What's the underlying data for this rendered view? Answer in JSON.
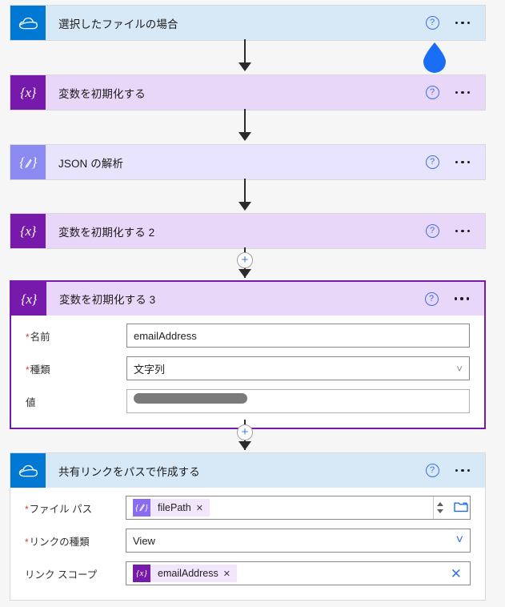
{
  "flow": {
    "nodes": [
      {
        "id": "trigger-selected-file",
        "title": "選択したファイルの場合",
        "icon": "onedrive-icon",
        "theme": "onedrive",
        "help_label": "?",
        "more_label": "..."
      },
      {
        "id": "init-variable-1",
        "title": "変数を初期化する",
        "icon": "variable-braces-x-icon",
        "theme": "variable",
        "help_label": "?",
        "more_label": "..."
      },
      {
        "id": "parse-json",
        "title": "JSON の解析",
        "icon": "parse-json-icon",
        "theme": "json",
        "help_label": "?",
        "more_label": "..."
      },
      {
        "id": "init-variable-2",
        "title": "変数を初期化する 2",
        "icon": "variable-braces-x-icon",
        "theme": "variable",
        "help_label": "?",
        "more_label": "..."
      },
      {
        "id": "init-variable-3",
        "title": "変数を初期化する 3",
        "icon": "variable-braces-x-icon",
        "theme": "variable",
        "selected": true,
        "help_label": "?",
        "more_label": "...",
        "fields": [
          {
            "label": "名前",
            "required": true,
            "type": "text",
            "value": "emailAddress"
          },
          {
            "label": "種類",
            "required": true,
            "type": "dropdown",
            "value": "文字列"
          },
          {
            "label": "値",
            "required": false,
            "type": "redacted",
            "value": ""
          }
        ]
      },
      {
        "id": "create-share-link-by-path",
        "title": "共有リンクをパスで作成する",
        "icon": "onedrive-icon",
        "theme": "onedrive",
        "help_label": "?",
        "more_label": "...",
        "fields": [
          {
            "label": "ファイル パス",
            "required": true,
            "type": "token-with-picker",
            "token": {
              "text": "filePath",
              "icon": "parse-json-token-icon",
              "remove_label": "✕"
            }
          },
          {
            "label": "リンクの種類",
            "required": true,
            "type": "dropdown",
            "value": "View"
          },
          {
            "label": "リンク スコープ",
            "required": false,
            "type": "token-with-clear",
            "token": {
              "text": "emailAddress",
              "icon": "variable-token-icon",
              "remove_label": "✕"
            }
          }
        ]
      }
    ],
    "add_step_label": "+",
    "colors": {
      "onedrive_blue": "#0078d4",
      "onedrive_header": "#d7e9f7",
      "variable_purple": "#7719aa",
      "variable_header": "#e9d7fa",
      "json_violet": "#8a8af0",
      "json_header": "#e8e4fd",
      "selection_border": "#7719aa",
      "cursor_drop": "#1a6ef5",
      "required_marker": "#d23f31"
    },
    "cursor": {
      "shape": "teardrop",
      "name": "ink-drop-cursor"
    }
  }
}
